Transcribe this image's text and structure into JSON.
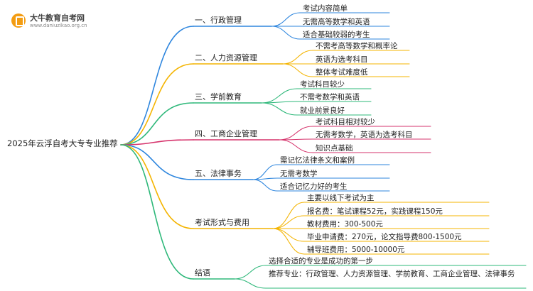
{
  "logo": {
    "name": "大牛教育自考网",
    "url": "www.daniuzikao.org.cn"
  },
  "root": "2025年云浮自考大专专业推荐",
  "branches": [
    {
      "label": "一、行政管理",
      "color": "#2e86de",
      "leaves": [
        "考试内容简单",
        "无需高等数学和英语",
        "适合基础较弱的考生"
      ]
    },
    {
      "label": "二、人力资源管理",
      "color": "#f4b400",
      "leaves": [
        "不需考高等数学和概率论",
        "英语为选考科目",
        "整体考试难度低"
      ]
    },
    {
      "label": "三、学前教育",
      "color": "#2eb87a",
      "leaves": [
        "考试科目较少",
        "不需考数学和英语",
        "就业前景良好"
      ]
    },
    {
      "label": "四、工商企业管理",
      "color": "#d6336c",
      "leaves": [
        "考试科目相对较少",
        "无需考数学，英语为选考科目",
        "知识点基础"
      ]
    },
    {
      "label": "五、法律事务",
      "color": "#2e86de",
      "leaves": [
        "需记忆法律条文和案例",
        "无需考数学",
        "适合记忆力好的考生"
      ]
    },
    {
      "label": "考试形式与费用",
      "color": "#f4b400",
      "leaves": [
        "主要以线下考试为主",
        "报名费：笔试课程52元，实践课程150元",
        "教材费用：300-500元",
        "毕业申请费：270元，论文指导费800-1500元",
        "辅导班费用：5000-10000元"
      ]
    },
    {
      "label": "结语",
      "color": "#2eb87a",
      "leaves": [
        "选择合适的专业是成功的第一步",
        "推荐专业：行政管理、人力资源管理、学前教育、工商企业管理、法律事务"
      ]
    }
  ]
}
